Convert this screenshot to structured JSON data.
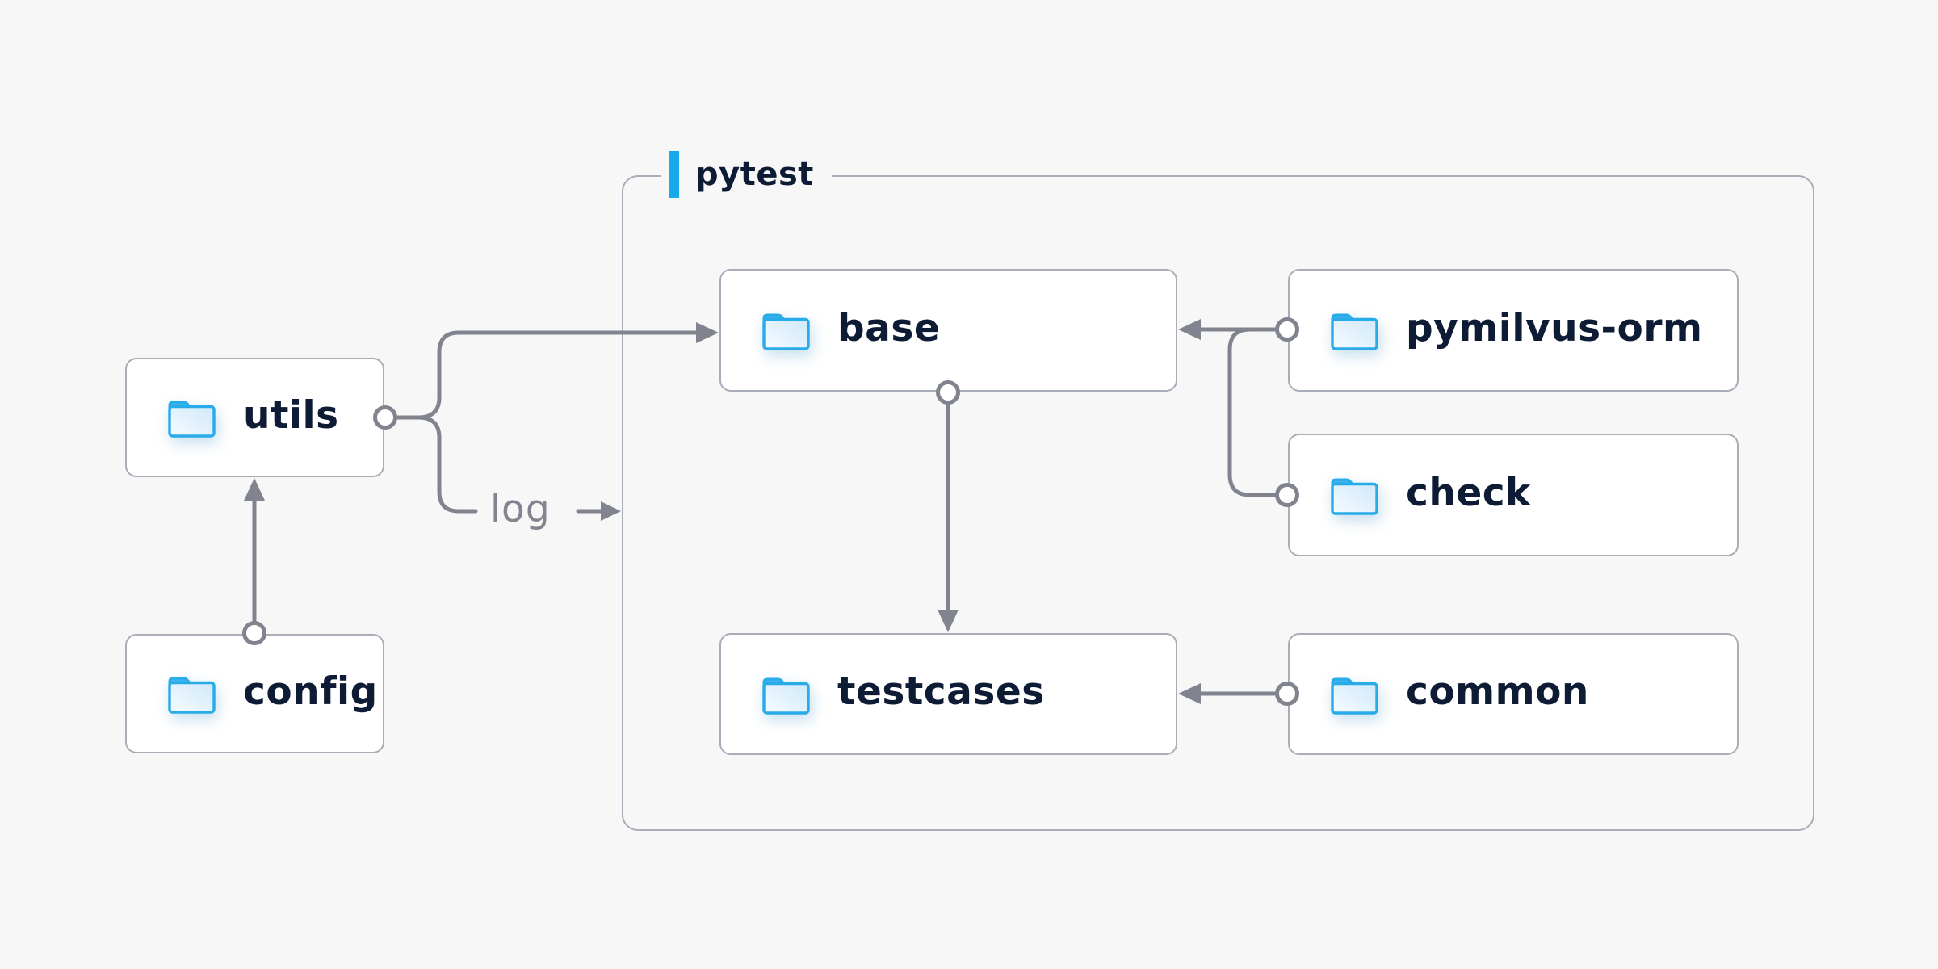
{
  "diagram": {
    "container_label": "pytest",
    "edge_label": "log",
    "nodes": {
      "utils": {
        "label": "utils"
      },
      "config": {
        "label": "config"
      },
      "base": {
        "label": "base"
      },
      "pymilvus_orm": {
        "label": "pymilvus-orm"
      },
      "check": {
        "label": "check"
      },
      "testcases": {
        "label": "testcases"
      },
      "common": {
        "label": "common"
      }
    },
    "edges": [
      {
        "from": "config",
        "to": "utils",
        "style": "circle-to-arrow"
      },
      {
        "from": "utils",
        "to": "base",
        "style": "circle-to-arrow"
      },
      {
        "from": "utils",
        "to": "log",
        "style": "circle-to-label-arrow"
      },
      {
        "from": "pymilvus_orm",
        "to": "base",
        "style": "circle-to-arrow"
      },
      {
        "from": "check",
        "to": "base",
        "style": "circle-to-arrow"
      },
      {
        "from": "base",
        "to": "testcases",
        "style": "circle-to-arrow"
      },
      {
        "from": "common",
        "to": "testcases",
        "style": "circle-to-arrow"
      }
    ],
    "colors": {
      "background": "#f7f7f8",
      "node_border": "#a9adb8",
      "connector": "#81848f",
      "text": "#0e1b34",
      "accent_bar": "#18a9ea",
      "folder_stroke": "#29abe9",
      "edge_label_color": "#82858f"
    }
  }
}
